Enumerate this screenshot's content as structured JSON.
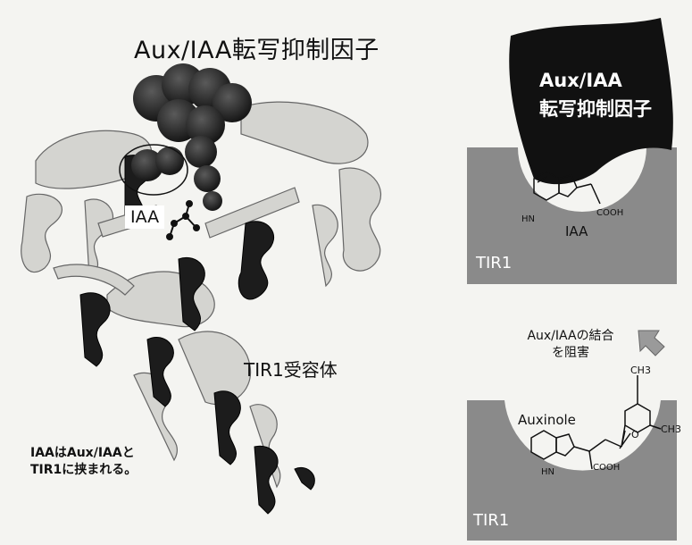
{
  "left_panel": {
    "title": "Aux/IAA転写抑制因子",
    "iaa_label": "IAA",
    "receptor_label": "TIR1受容体",
    "caption": "IAAはAux/IAAとTIR1に挟まれる。"
  },
  "right_top": {
    "repressor_line1": "Aux/IAA",
    "repressor_line2": "転写抑制因子",
    "receptor_label": "TIR1",
    "ligand_label": "IAA",
    "cooh": "COOH",
    "hn": "HN"
  },
  "right_bottom": {
    "note": "Aux/IAAの結合を阻害",
    "ligand_label": "Auxinole",
    "receptor_label": "TIR1",
    "cooh": "COOH",
    "hn": "HN",
    "oxygen": "O",
    "methyl_1": "CH3",
    "methyl_2": "CH3"
  },
  "colors": {
    "receptor_gray": "#8a8a8a",
    "repressor_black": "#111111",
    "ribbon_light": "#c9c9c6",
    "ribbon_dark": "#1c1c1c",
    "arrow_gray": "#9a9a9a"
  }
}
